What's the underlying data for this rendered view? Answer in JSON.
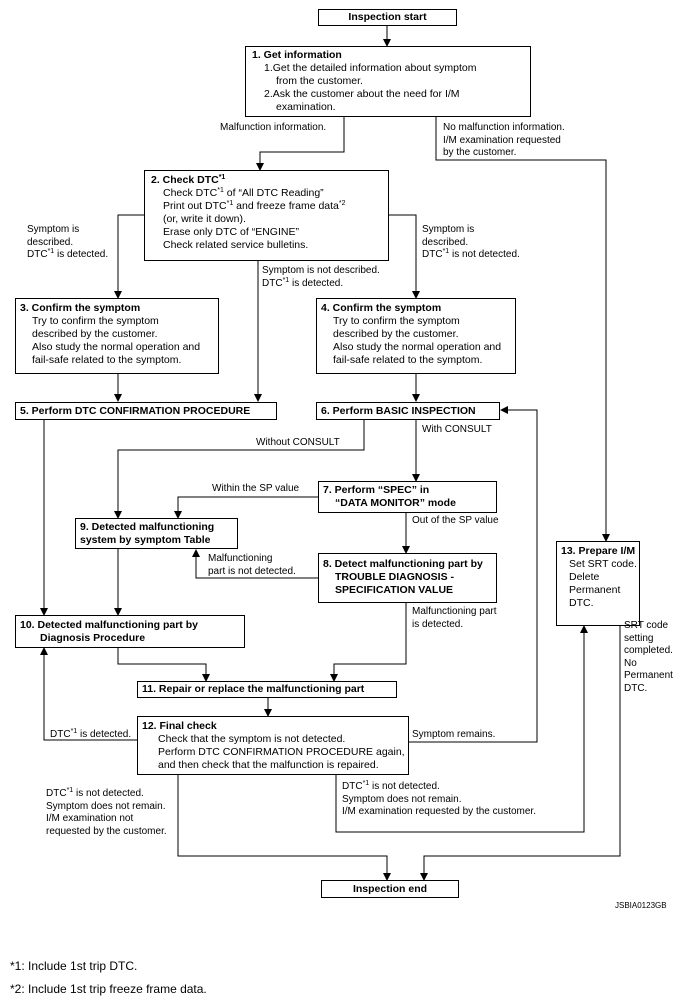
{
  "boxes": {
    "start": "Inspection start",
    "b1": {
      "title": "1. Get information",
      "steps": [
        "1.Get the detailed information about symptom",
        "from the customer.",
        "2.Ask the customer about the need for I/M",
        "examination."
      ]
    },
    "b2": {
      "title": "2. Check DTC",
      "title_sup": "*1",
      "l1a": "Check DTC",
      "l1sup": "*1",
      "l1b": " of “All DTC Reading”",
      "l2a": "Print out DTC",
      "l2sup": "*1",
      "l2b": " and freeze frame data",
      "l2sup2": "*2",
      "l3": "(or, write it down).",
      "l4": "Erase only DTC of “ENGINE”",
      "l5": "Check related service bulletins."
    },
    "b3": {
      "title": "3. Confirm the symptom",
      "lines": [
        "Try to confirm the symptom",
        "described by the customer.",
        "Also study the normal operation and",
        "fail-safe related to the symptom."
      ]
    },
    "b4": {
      "title": "4. Confirm the symptom",
      "lines": [
        "Try to confirm the symptom",
        "described by the customer.",
        "Also study the normal operation and",
        "fail-safe related to the symptom."
      ]
    },
    "b5": "5. Perform DTC CONFIRMATION PROCEDURE",
    "b6": "6. Perform BASIC INSPECTION",
    "b7": [
      "7. Perform “SPEC” in",
      "“DATA MONITOR” mode"
    ],
    "b8": [
      "8. Detect malfunctioning part by",
      "TROUBLE DIAGNOSIS -",
      "SPECIFICATION VALUE"
    ],
    "b9": [
      "9. Detected malfunctioning",
      "system by symptom Table"
    ],
    "b10": [
      "10. Detected malfunctioning part by",
      "Diagnosis Procedure"
    ],
    "b11": "11. Repair or replace the malfunctioning part",
    "b12": {
      "title": "12. Final check",
      "lines": [
        "Check that the symptom is not detected.",
        "Perform DTC CONFIRMATION PROCEDURE again,",
        "and then check that the malfunction is repaired."
      ]
    },
    "b13": {
      "title": "13. Prepare I/M",
      "lines": [
        "Set SRT code.",
        "Delete",
        "Permanent",
        "DTC."
      ]
    },
    "end": "Inspection end"
  },
  "labels": {
    "malfunction_info": "Malfunction information.",
    "no_malfunction": [
      "No malfunction information.",
      "I/M examination requested",
      "by the customer."
    ],
    "sym_desc_left": [
      "Symptom is",
      "described."
    ],
    "dtc_detected_left": {
      "a": "DTC",
      "sup": "*1",
      "b": " is detected."
    },
    "sym_desc_right": [
      "Symptom is",
      "described."
    ],
    "dtc_not_detected_right": {
      "a": "DTC",
      "sup": "*1",
      "b": " is not detected."
    },
    "sym_not_desc": "Symptom is not described.",
    "dtc_detected_mid": {
      "a": "DTC",
      "sup": "*1",
      "b": " is detected."
    },
    "without_consult": "Without CONSULT",
    "with_consult": "With CONSULT",
    "within_sp": "Within the SP value",
    "out_of_sp": "Out of the SP value",
    "mal_not_detected": [
      "Malfunctioning",
      "part is not detected."
    ],
    "mal_detected": [
      "Malfunctioning part",
      "is detected."
    ],
    "dtc_detected_12": {
      "a": "DTC",
      "sup": "*1",
      "b": " is detected."
    },
    "symptom_remains": "Symptom remains.",
    "left_bottom": {
      "a": "DTC",
      "sup": "*1",
      "b": " is not detected.",
      "lines": [
        "Symptom does not remain.",
        "I/M examination not",
        "requested by the customer."
      ]
    },
    "mid_bottom": {
      "a": "DTC",
      "sup": "*1",
      "b": " is not detected.",
      "lines": [
        "Symptom does not remain.",
        "I/M examination requested by the customer."
      ]
    },
    "srt": [
      "SRT code",
      "setting",
      "completed.",
      "No",
      "Permanent",
      "DTC."
    ]
  },
  "code": "JSBIA0123GB",
  "footnotes": [
    "*1: Include 1st trip DTC.",
    "*2: Include 1st trip freeze frame data."
  ]
}
